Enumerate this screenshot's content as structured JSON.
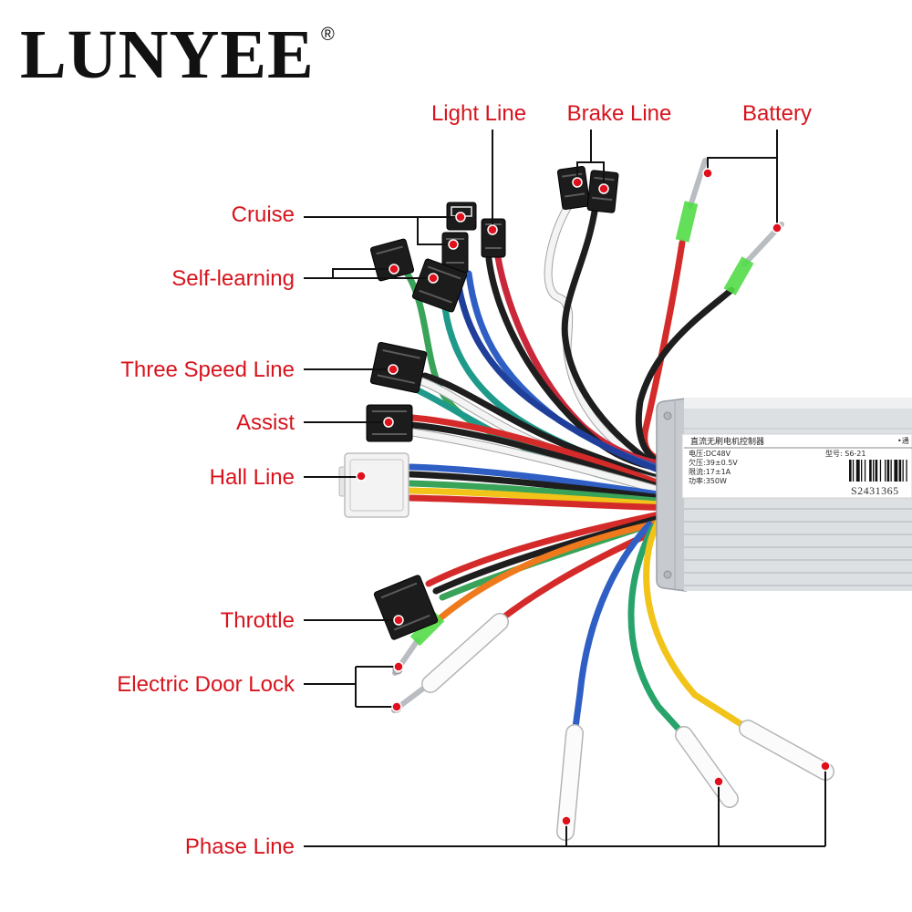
{
  "logo": {
    "name": "LUNYEE",
    "mark": "®"
  },
  "labels": {
    "light_line": "Light Line",
    "brake_line": "Brake Line",
    "battery": "Battery",
    "cruise": "Cruise",
    "self_learning": "Self-learning",
    "three_speed_line": "Three Speed Line",
    "assist": "Assist",
    "hall_line": "Hall Line",
    "throttle": "Throttle",
    "electric_door_lock": "Electric Door Lock",
    "phase_line": "Phase Line"
  },
  "controller_label": {
    "title": "直流无刷电机控制器",
    "specs": [
      "电压:DC48V",
      "欠压:39±0.5V",
      "限流:17±1A",
      "功率:350W"
    ],
    "model": "型号: S6-21",
    "serial": "S2431365",
    "corner_text": "•通"
  },
  "colors": {
    "label_text": "#d7141d",
    "marker_dot": "#e0101c",
    "leader_line": "#111111",
    "controller_body": "#dde0e3",
    "wire_red": "#d42a2a",
    "wire_black": "#1e1e1e",
    "wire_blue": "#2f5fc4",
    "wire_green": "#3aa35a",
    "wire_teal": "#1f9a8a",
    "wire_yellow": "#f2c318",
    "wire_orange": "#ef7a1d"
  }
}
